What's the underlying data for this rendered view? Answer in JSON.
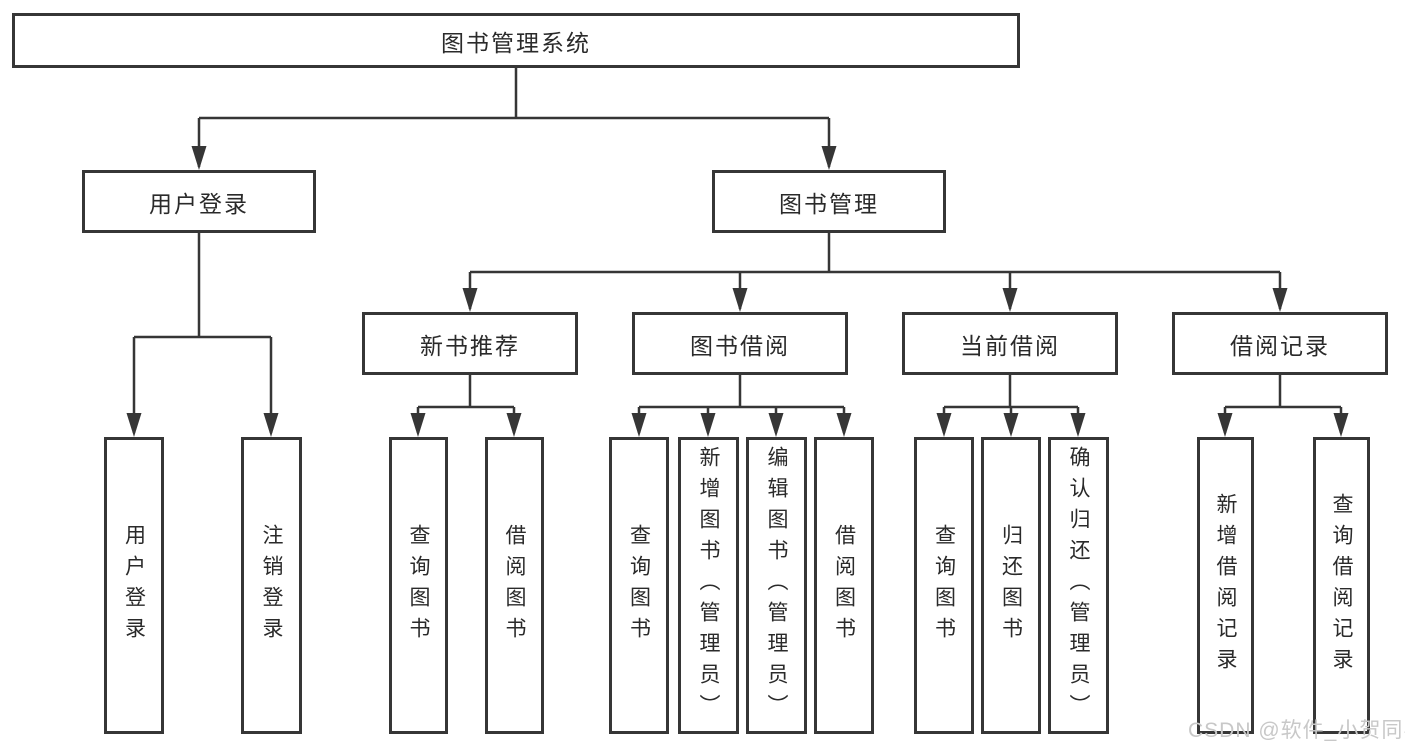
{
  "colors": {
    "line": "#363636",
    "box_border": "#363636",
    "text": "#2a2a2a",
    "background": "#ffffff",
    "watermark": "#c8c8c8"
  },
  "diagram": {
    "title": "图书管理系统",
    "nodes": {
      "root": {
        "label": "图书管理系统"
      },
      "user_login": {
        "label": "用户登录"
      },
      "book_mgmt": {
        "label": "图书管理"
      },
      "new_book_rec": {
        "label": "新书推荐"
      },
      "book_borrow": {
        "label": "图书借阅"
      },
      "current_borrow": {
        "label": "当前借阅"
      },
      "borrow_record": {
        "label": "借阅记录"
      },
      "leaf_user_login": {
        "label": "用户登录"
      },
      "leaf_logout_login": {
        "label": "注销登录"
      },
      "leaf_nbr_query_book": {
        "label": "查询图书"
      },
      "leaf_nbr_borrow_book": {
        "label": "借阅图书"
      },
      "leaf_bb_query_book": {
        "label": "查询图书"
      },
      "leaf_bb_add_book": {
        "label": "新增图书（管理员）"
      },
      "leaf_bb_edit_book": {
        "label": "编辑图书（管理员）"
      },
      "leaf_bb_borrow_book": {
        "label": "借阅图书"
      },
      "leaf_cb_query_book": {
        "label": "查询图书"
      },
      "leaf_cb_return_book": {
        "label": "归还图书"
      },
      "leaf_cb_confirm_return": {
        "label": "确认归还（管理员）"
      },
      "leaf_br_add_record": {
        "label": "新增借阅记录"
      },
      "leaf_br_query_record": {
        "label": "查询借阅记录"
      }
    },
    "hierarchy": [
      {
        "parent": "图书管理系统",
        "children": [
          "用户登录",
          "图书管理"
        ]
      },
      {
        "parent": "用户登录",
        "children": [
          "用户登录",
          "注销登录"
        ]
      },
      {
        "parent": "图书管理",
        "children": [
          "新书推荐",
          "图书借阅",
          "当前借阅",
          "借阅记录"
        ]
      },
      {
        "parent": "新书推荐",
        "children": [
          "查询图书",
          "借阅图书"
        ]
      },
      {
        "parent": "图书借阅",
        "children": [
          "查询图书",
          "新增图书（管理员）",
          "编辑图书（管理员）",
          "借阅图书"
        ]
      },
      {
        "parent": "当前借阅",
        "children": [
          "查询图书",
          "归还图书",
          "确认归还（管理员）"
        ]
      },
      {
        "parent": "借阅记录",
        "children": [
          "新增借阅记录",
          "查询借阅记录"
        ]
      }
    ]
  },
  "watermark": {
    "text": "CSDN @软件_小贺同学"
  }
}
